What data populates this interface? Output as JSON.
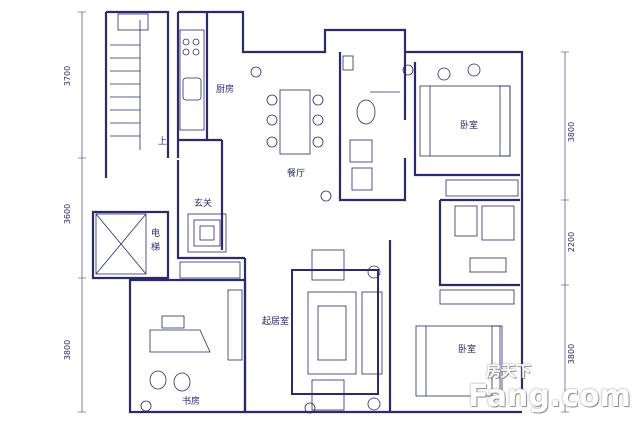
{
  "rooms": {
    "kitchen": "厨房",
    "dining": "餐厅",
    "bedroom_top": "卧室",
    "entry": "玄关",
    "elevator_1": "电",
    "elevator_2": "梯",
    "living": "起居室",
    "bedroom_bottom": "卧室",
    "study": "书房",
    "up_stair": "上"
  },
  "dimensions": {
    "left": [
      "3700",
      "3600",
      "3800"
    ],
    "right": [
      "3800",
      "2200",
      "3800"
    ]
  },
  "watermark": {
    "top": "房天下",
    "bottom": "Fang.com"
  },
  "colors": {
    "line": "#2b2a6b",
    "fill": "#ffffff",
    "accent": "#d9d9ee"
  }
}
